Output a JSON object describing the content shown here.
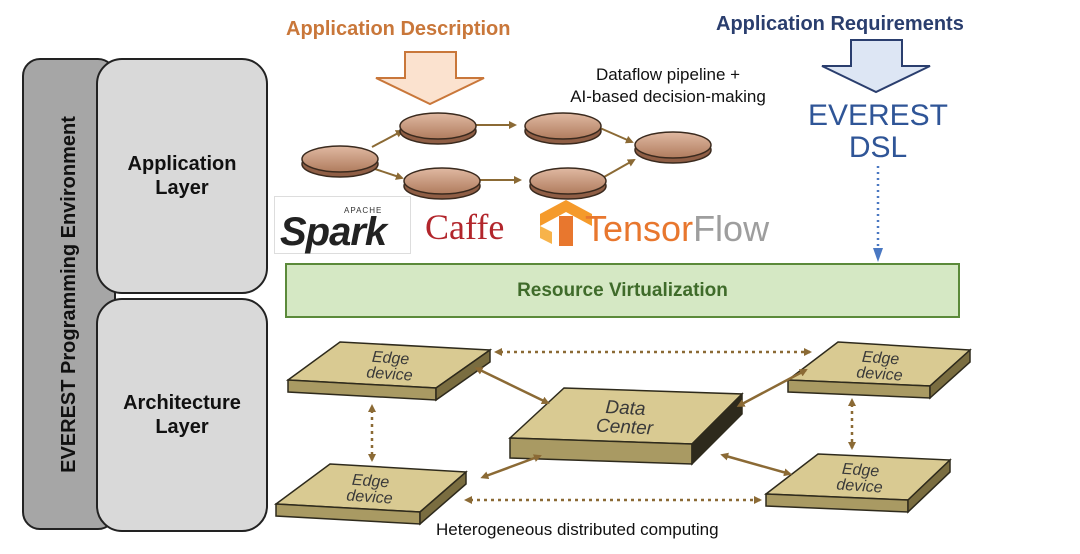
{
  "environment": {
    "label": "EVEREST Programming Environment"
  },
  "layers": {
    "application": "Application\nLayer",
    "architecture": "Architecture\nLayer"
  },
  "inputs": {
    "application_description": "Application Description",
    "application_requirements": "Application Requirements"
  },
  "pipeline": {
    "caption": "Dataflow pipeline +\nAI-based decision-making"
  },
  "dsl": {
    "label": "EVEREST\nDSL"
  },
  "frameworks": {
    "spark_apache": "APACHE",
    "spark": "Spark",
    "caffe": "Caffe",
    "tensorflow_part1": "Tensor",
    "tensorflow_part2": "Flow"
  },
  "resource_virtualization": {
    "label": "Resource Virtualization"
  },
  "devices": {
    "edge_device": "Edge\ndevice",
    "data_center": "Data\nCenter"
  },
  "footer": {
    "caption": "Heterogeneous distributed computing"
  },
  "colors": {
    "orange": "#c9773a",
    "navy": "#2a3e6e",
    "dsl_blue": "#2f5597",
    "resource_green_fill": "#d5e8c4",
    "resource_green_border": "#5b8a3a",
    "device_fill": "#d9ca92",
    "arrow_brown": "#8b6a35",
    "disc_fill": "#c79a80"
  },
  "icons": {
    "down_arrow_orange": "down-arrow-icon",
    "down_arrow_blue": "down-arrow-icon",
    "dotted_arrow": "dotted-arrow-icon",
    "tensorflow_logo": "tensorflow-logo-icon",
    "spark_star": "spark-star-icon"
  }
}
